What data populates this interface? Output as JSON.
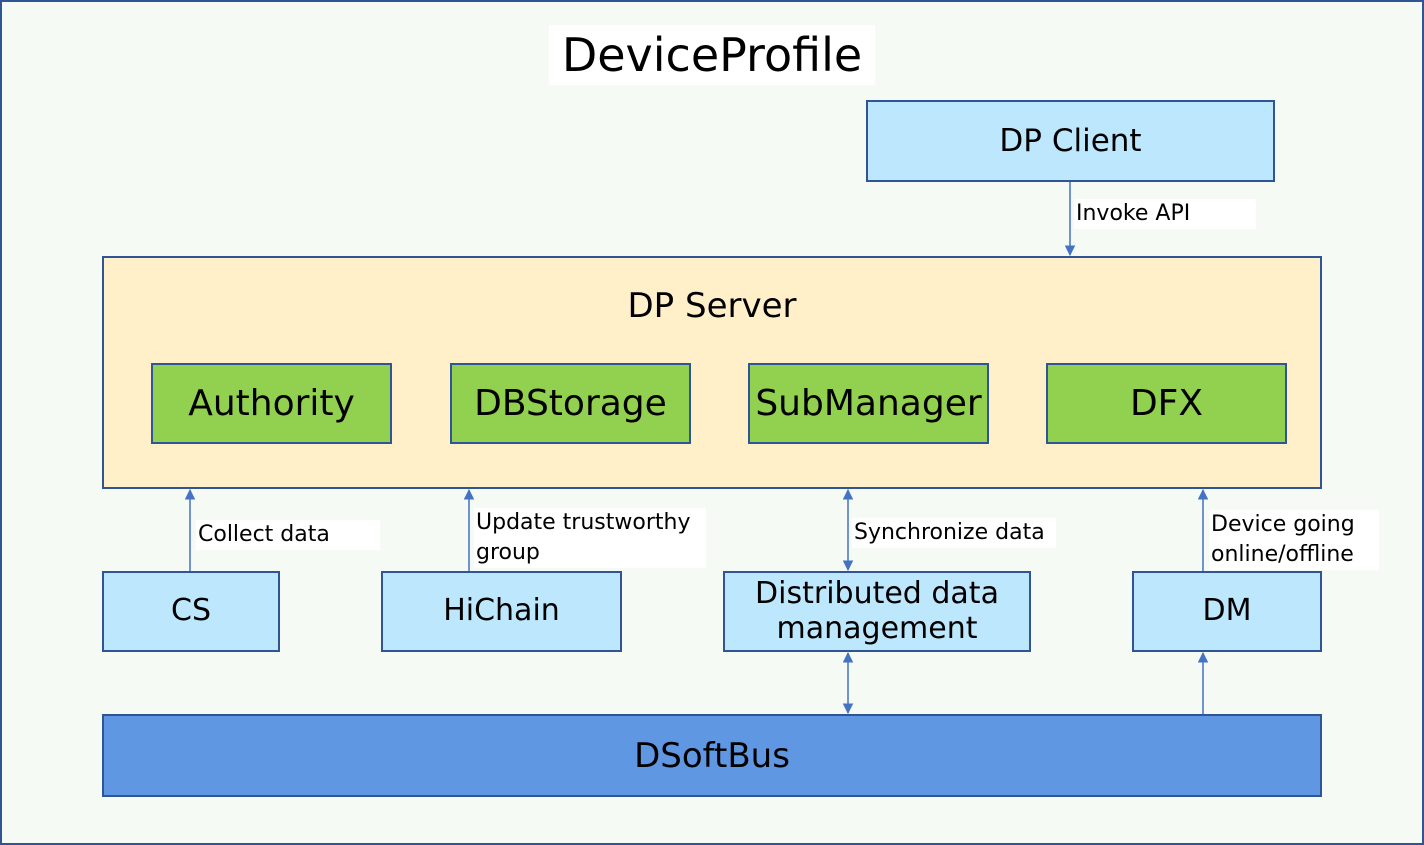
{
  "title": "DeviceProfile",
  "client": {
    "label": "DP Client"
  },
  "server": {
    "label": "DP Server",
    "modules": [
      {
        "label": "Authority"
      },
      {
        "label": "DBStorage"
      },
      {
        "label": "SubManager"
      },
      {
        "label": "DFX"
      }
    ]
  },
  "services": [
    {
      "label": "CS"
    },
    {
      "label": "HiChain"
    },
    {
      "label": "Distributed data\nmanagement"
    },
    {
      "label": "DM"
    }
  ],
  "bus": {
    "label": "DSoftBus"
  },
  "edges": [
    {
      "from": "DP Client",
      "to": "DP Server",
      "label": "Invoke API",
      "direction": "down"
    },
    {
      "from": "CS",
      "to": "DP Server",
      "label": "Collect data",
      "direction": "up"
    },
    {
      "from": "HiChain",
      "to": "DP Server",
      "label": "Update trustworthy\ngroup",
      "direction": "up"
    },
    {
      "from": "Distributed data management",
      "to": "DP Server",
      "label": "Synchronize data",
      "direction": "both"
    },
    {
      "from": "DM",
      "to": "DP Server",
      "label": "Device going\nonline/offline",
      "direction": "up"
    },
    {
      "from": "DSoftBus",
      "to": "Distributed data management",
      "label": "",
      "direction": "both"
    },
    {
      "from": "DSoftBus",
      "to": "DM",
      "label": "",
      "direction": "up"
    }
  ],
  "colors": {
    "border": "#2f5597",
    "background": "#f6faf5",
    "client_fill": "#bde7fc",
    "server_fill": "#fff0c9",
    "module_fill": "#92d050",
    "bus_fill": "#6097e3",
    "arrow": "#4472c4"
  }
}
